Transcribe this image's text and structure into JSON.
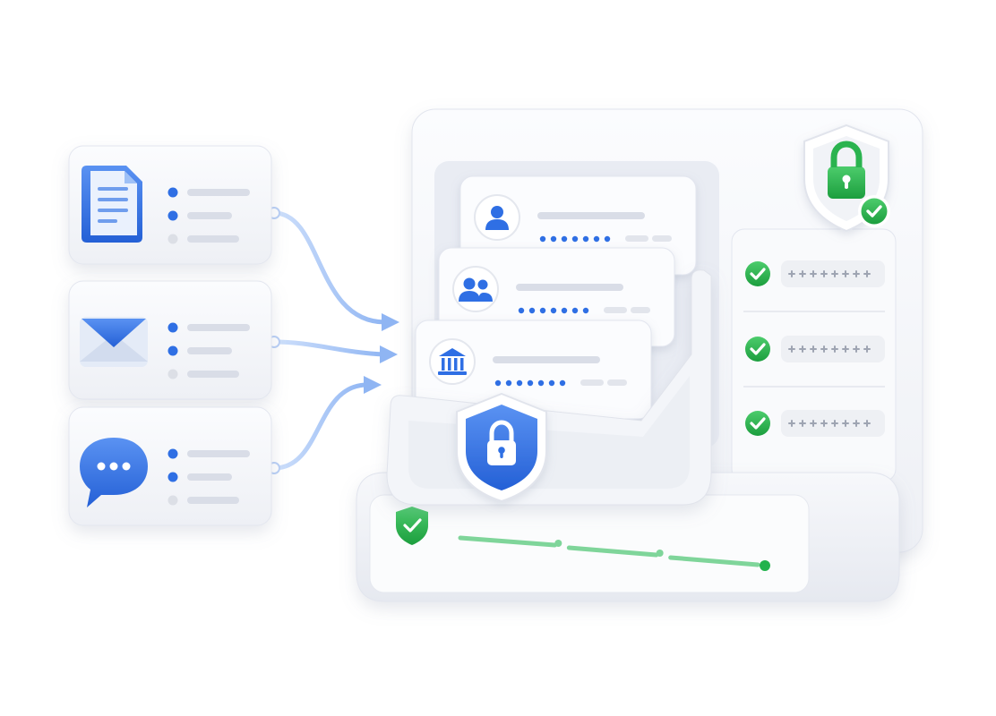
{
  "colors": {
    "background": "#ffffff",
    "card": "#f6f7fb",
    "card_edge": "#e3e6ef",
    "blue": "#2f6fe4",
    "blue_light": "#9ec0f6",
    "green": "#22b24c",
    "green_light": "#7fd59a",
    "line_gray": "#d9dde7",
    "dot_gray": "#dcdfe6",
    "mask_gray": "#9ea4b2"
  },
  "source_cards": [
    {
      "icon": "document-icon",
      "bullets": [
        "filled",
        "filled",
        "empty"
      ]
    },
    {
      "icon": "envelope-icon",
      "bullets": [
        "filled",
        "filled",
        "empty"
      ]
    },
    {
      "icon": "chat-bubble-icon",
      "bullets": [
        "filled",
        "filled",
        "empty"
      ]
    }
  ],
  "vault_records": [
    {
      "icon": "user-icon",
      "masked_dots": 7
    },
    {
      "icon": "users-group-icon",
      "masked_dots": 7
    },
    {
      "icon": "bank-icon",
      "masked_dots": 7
    }
  ],
  "verified_fields": [
    {
      "icon": "check-circle-icon",
      "status": "verified",
      "masked_chars": 8
    },
    {
      "icon": "check-circle-icon",
      "status": "verified",
      "masked_chars": 8
    },
    {
      "icon": "check-circle-icon",
      "status": "verified",
      "masked_chars": 8
    }
  ],
  "badges": [
    {
      "icon": "shield-lock-icon",
      "color": "green",
      "status": "verified"
    },
    {
      "icon": "shield-lock-icon",
      "color": "blue"
    }
  ],
  "status_bar": {
    "icon": "shield-check-icon",
    "progress": 1.0,
    "steps": 3
  }
}
